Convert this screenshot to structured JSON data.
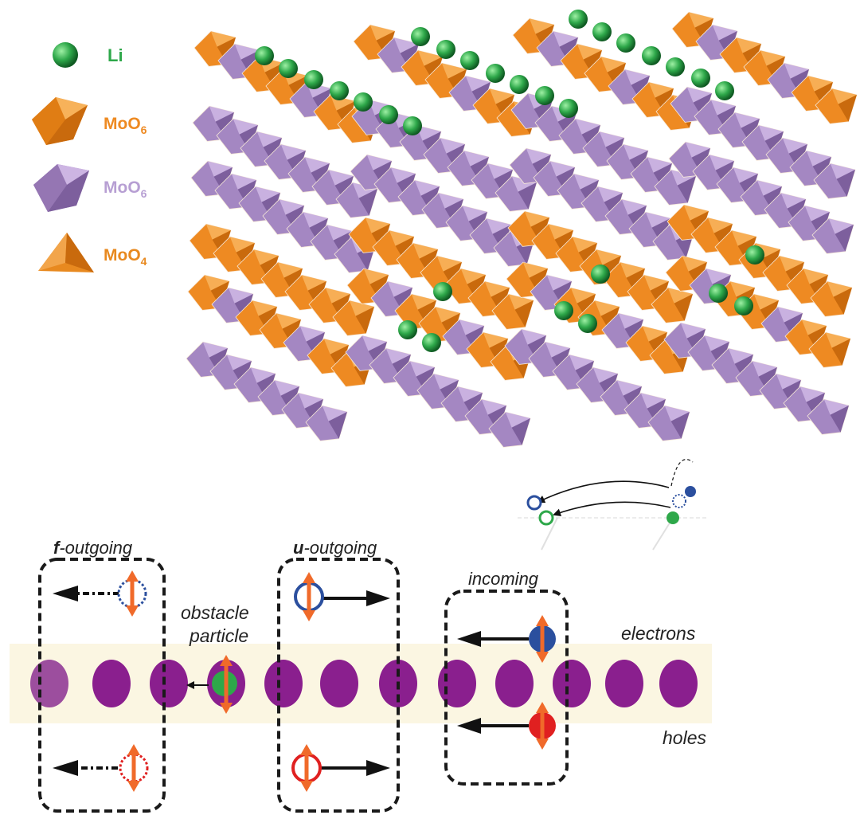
{
  "legend": {
    "li": {
      "label": "Li"
    },
    "moo6_orange": {
      "base": "MoO",
      "sub": "6"
    },
    "moo6_purple": {
      "base": "MoO",
      "sub": "6"
    },
    "moo4": {
      "base": "MoO",
      "sub": "4"
    }
  },
  "colors": {
    "li_green": "#2ea84a",
    "moo6_orange": "#ee8a22",
    "moo6_purple": "#9a7bb8",
    "moo4_orange": "#e8891f",
    "electron_blue": "#2b4f9e",
    "hole_red": "#e02020",
    "spin_orange": "#f06a2a",
    "lattice_purple": "#8a1f8e",
    "band_bg": "#fbf6e2"
  },
  "lower_diagram": {
    "boxes": {
      "f_outgoing": {
        "bold": "f",
        "rest": "-outgoing"
      },
      "u_outgoing": {
        "bold": "u",
        "rest": "-outgoing"
      },
      "incoming": {
        "label": "incoming"
      }
    },
    "obstacle": {
      "line1": "obstacle",
      "line2": "particle"
    },
    "electrons": "electrons",
    "holes": "holes"
  }
}
